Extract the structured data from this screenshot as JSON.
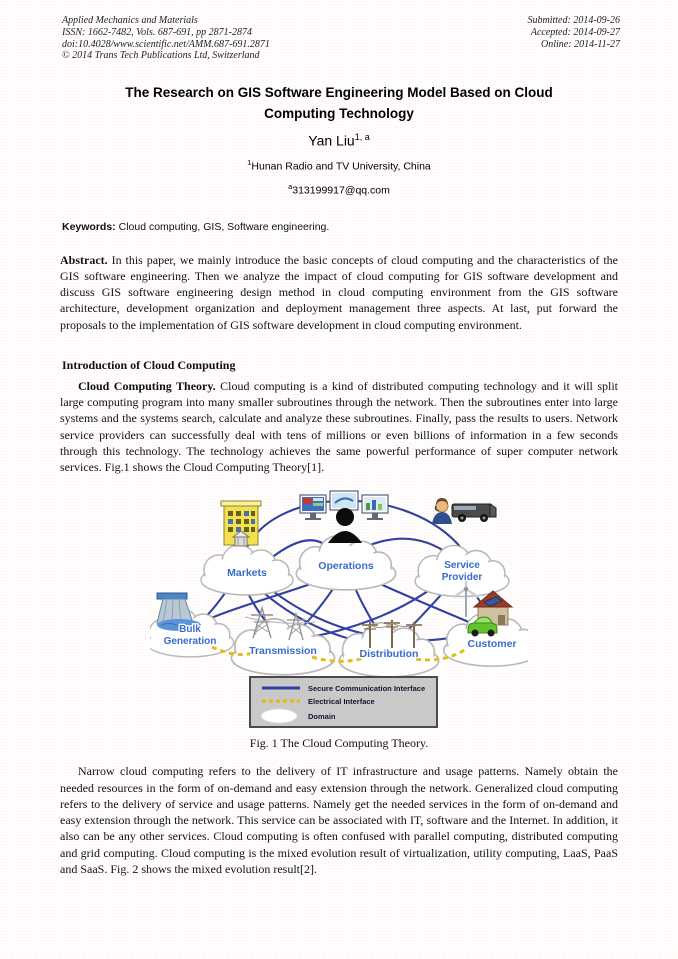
{
  "header": {
    "left": [
      "Applied Mechanics and Materials",
      "ISSN: 1662-7482, Vols. 687-691, pp 2871-2874",
      "doi:10.4028/www.scientific.net/AMM.687-691.2871",
      "© 2014 Trans Tech Publications Ltd, Switzerland"
    ],
    "right": [
      "Submitted: 2014-09-26",
      "Accepted: 2014-09-27",
      "Online: 2014-11-27"
    ]
  },
  "title": {
    "line1": "The Research on GIS Software Engineering Model Based on Cloud",
    "line2": "Computing Technology"
  },
  "author": {
    "name": "Yan Liu",
    "sup": "1, a"
  },
  "affiliation": {
    "sup": "1",
    "text": "Hunan Radio and TV University, China"
  },
  "email": {
    "sup": "a",
    "text": "313199917@qq.com"
  },
  "keywords": {
    "label": "Keywords:",
    "text": " Cloud computing, GIS, Software engineering."
  },
  "abstract": {
    "label": "Abstract.",
    "text": " In this paper, we mainly introduce the basic concepts of cloud computing and the characteristics of the GIS software engineering. Then we analyze the impact of cloud computing for GIS software development and discuss GIS software engineering design method in cloud computing environment from the GIS software architecture, development organization and deployment management three aspects. At last, put forward the proposals to the implementation of GIS software development in cloud computing environment."
  },
  "section1": {
    "heading": "Introduction of Cloud Computing",
    "para1_label": "Cloud Computing Theory.",
    "para1_text": " Cloud computing is a kind of distributed computing technology and it will split large computing program into many smaller subroutines through the network. Then the subroutines enter into large systems and the systems search, calculate and analyze these subroutines. Finally, pass the results to users. Network service providers can successfully deal with tens of millions or even billions of information in a few seconds through this technology. The technology achieves the same powerful performance of super computer network services. Fig.1 shows the Cloud Computing Theory[1].",
    "para2_text": "Narrow cloud computing refers to the delivery of IT infrastructure and usage patterns. Namely obtain the needed resources in the form of on-demand and easy extension through the network. Generalized cloud computing refers to the delivery of service and usage patterns. Namely get the needed services in the form of on-demand and easy extension through the network. This service can be associated with IT, software and the Internet. In addition, it also can be any other services. Cloud computing is often confused with parallel computing, distributed computing and grid computing. Cloud computing is the mixed evolution result of virtualization, utility computing, LaaS, PaaS and SaaS. Fig. 2 shows the mixed evolution result[2]."
  },
  "figure": {
    "caption": "Fig. 1 The Cloud Computing Theory.",
    "labels": {
      "markets": "Markets",
      "operations": "Operations",
      "service_provider_1": "Service",
      "service_provider_2": "Provider",
      "bulk_1": "Bulk",
      "bulk_2": "Generation",
      "transmission": "Transmission",
      "distribution": "Distribution",
      "customer": "Customer"
    },
    "legend": {
      "secure": "Secure Communication Interface",
      "electrical": "Electrical Interface",
      "domain": "Domain"
    },
    "colors": {
      "communication_line": "#3341a0",
      "electrical_line": "#e2bd1e",
      "domain_label": "#3a6ace",
      "legend_background": "#c9c9c9"
    }
  }
}
